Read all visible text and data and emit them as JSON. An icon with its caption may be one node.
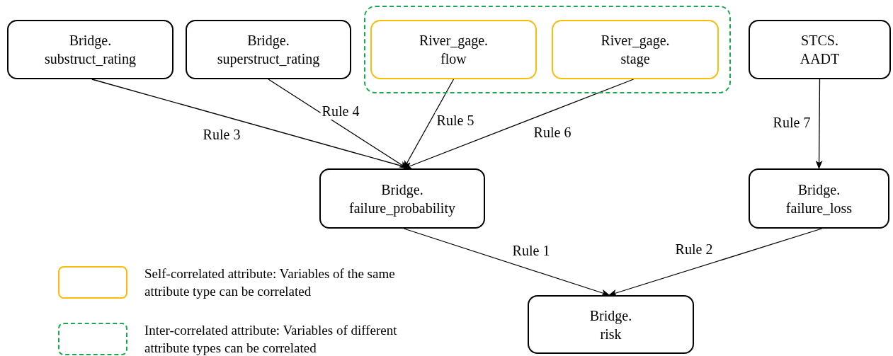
{
  "diagram": {
    "nodes": [
      {
        "text": [
          "Bridge.",
          "substruct_rating"
        ]
      },
      {
        "text": [
          "Bridge.",
          "superstruct_rating"
        ]
      },
      {
        "text": [],
        "shape": "box"
      },
      {
        "text": [
          "River_gage.",
          "flow"
        ],
        "in": 2
      },
      {
        "text": [
          "River_gage.",
          "stage"
        ],
        "in": 2
      },
      {
        "text": [
          "STCS.",
          "AADT"
        ]
      },
      {
        "text": [
          "Bridge.",
          "failure_probability"
        ]
      },
      {
        "text": [
          "Bridge.",
          "failure_loss"
        ]
      },
      {
        "text": [
          "Bridge.",
          "risk"
        ]
      }
    ],
    "edges": [
      {
        "from": 0,
        "to": 6,
        "arrow": "to",
        "label": "Rule 3"
      },
      {
        "from": 1,
        "to": 6,
        "arrow": "to",
        "label": "Rule 4"
      },
      {
        "from": 3,
        "to": 6,
        "arrow": "to",
        "label": "Rule 5"
      },
      {
        "from": 4,
        "to": 6,
        "arrow": "to",
        "label": "Rule 6"
      },
      {
        "from": 5,
        "to": 7,
        "arrow": "to",
        "label": "Rule 7"
      },
      {
        "from": 6,
        "to": 8,
        "arrow": "to",
        "label": "Rule 1"
      },
      {
        "from": 7,
        "to": 8,
        "arrow": "to",
        "label": "Rule 2"
      }
    ],
    "legend": [
      {
        "text": "Self-correlated attribute: Variables of the same attribute type can be correlated"
      },
      {
        "text": "Inter-correlated attribute: Variables of different attribute types can be correlated"
      }
    ]
  }
}
